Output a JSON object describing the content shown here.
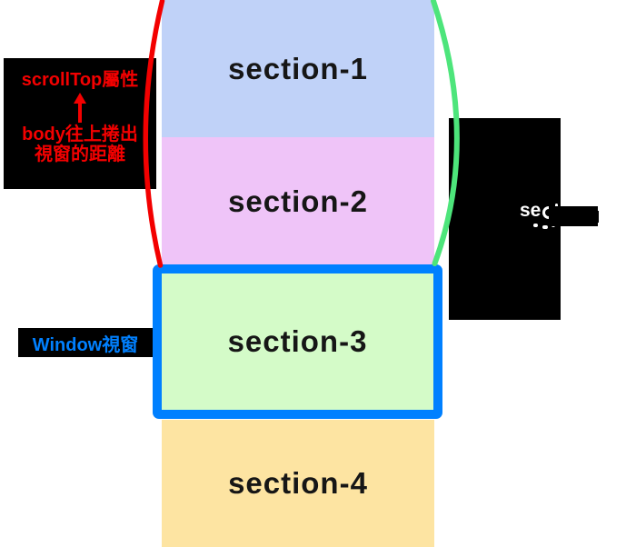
{
  "canvas": {
    "background": "#ffffff",
    "section_label_color": "#161616"
  },
  "sections": [
    {
      "label": "section-1",
      "bg": "#c0d2f8"
    },
    {
      "label": "section-2",
      "bg": "#efc4f8"
    },
    {
      "label": "section-3",
      "bg": "#d4fbc8"
    },
    {
      "label": "section-4",
      "bg": "#fde4a2"
    }
  ],
  "viewport_box": {
    "border_color": "#0080ff"
  },
  "scrolltop_label": {
    "bg": "#000000",
    "text_color": "#f30000",
    "line1": "scrollTop屬性",
    "arrow_icon": "up-arrow",
    "line2": "body往上捲出",
    "line3": "視窗的距離"
  },
  "window_label": {
    "bg": "#000000",
    "text_color": "#0080ff",
    "text": "Window視窗"
  },
  "right_label": {
    "bg": "#000000",
    "text_color": "#ffffff",
    "visible_text": "se"
  },
  "curves": {
    "left_curve_color": "#f30000",
    "right_curve_color": "#4de57b"
  }
}
